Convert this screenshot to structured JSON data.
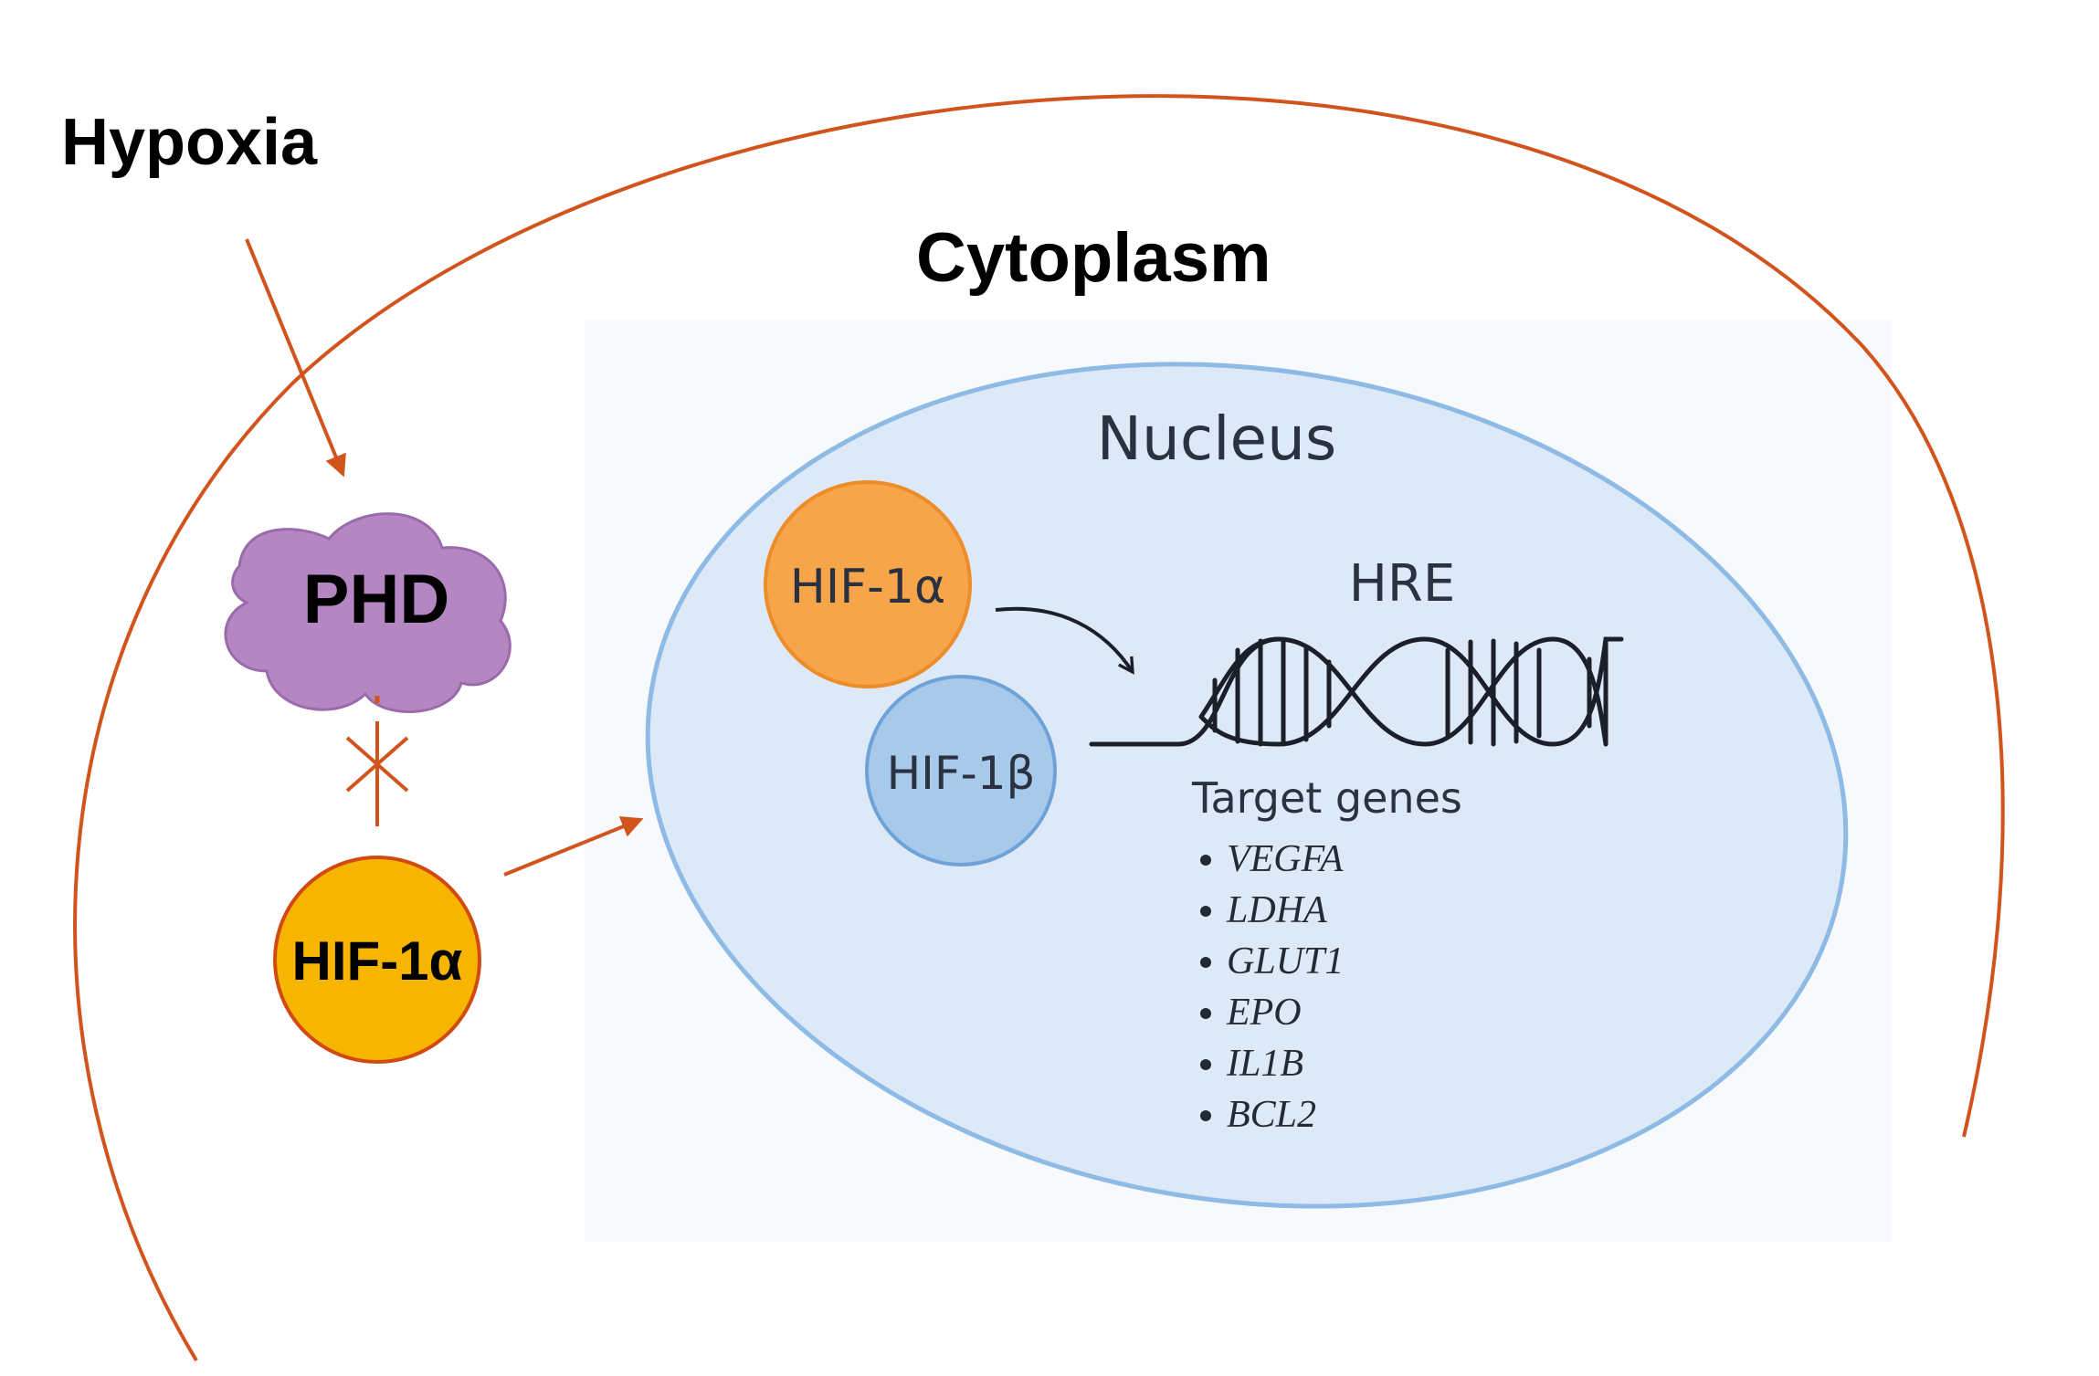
{
  "labels": {
    "hypoxia": "Hypoxia",
    "cytoplasm": "Cytoplasm",
    "nucleus": "Nucleus",
    "phd": "PHD",
    "hif1a_cytoplasm": "HIF-1α",
    "hif1a_nucleus": "HIF-1α",
    "hif1b_nucleus": "HIF-1β",
    "hre": "HRE",
    "target_genes_heading": "Target genes"
  },
  "target_genes": [
    "VEGFA",
    "LDHA",
    "GLUT1",
    "EPO",
    "IL1B",
    "BCL2"
  ],
  "colors": {
    "cell_membrane": "#d2541d",
    "arrow": "#d2541d",
    "inhibition": "#d2541d",
    "phd_fill": "#b487c2",
    "phd_stroke": "#9a6aad",
    "hif1a_cytoplasm_fill": "#f7b500",
    "hif1a_cytoplasm_stroke": "#d04a12",
    "hif1a_nucleus_fill": "#f7a54a",
    "hif1a_nucleus_stroke": "#ec8d2a",
    "hif1b_fill": "#a7c9ea",
    "hif1b_stroke": "#6ea3d8",
    "nucleus_fill": "#dde9f7",
    "nucleus_stroke": "#8dbbe5",
    "dna": "#1a1f2a"
  },
  "icons": {
    "phd_shape": "blob-shape",
    "dna": "dna-double-helix-icon",
    "bullet": "bullet-dot-icon"
  }
}
